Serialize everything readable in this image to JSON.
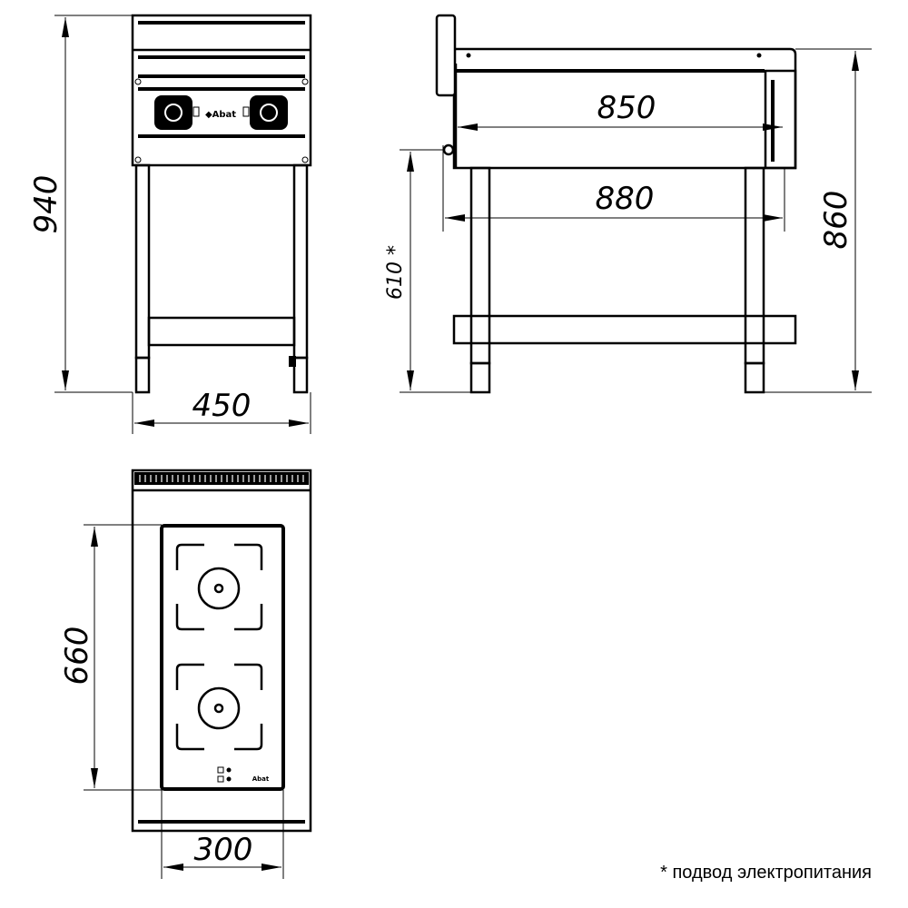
{
  "dimensions": {
    "front_height": "940",
    "front_width": "450",
    "side_body_length": "850",
    "side_total_length": "880",
    "side_height": "860",
    "connection_height": "610 *",
    "top_glass_depth": "660",
    "top_glass_width": "300"
  },
  "footnote": "* подвод электропитания",
  "logo_text": "Abat"
}
